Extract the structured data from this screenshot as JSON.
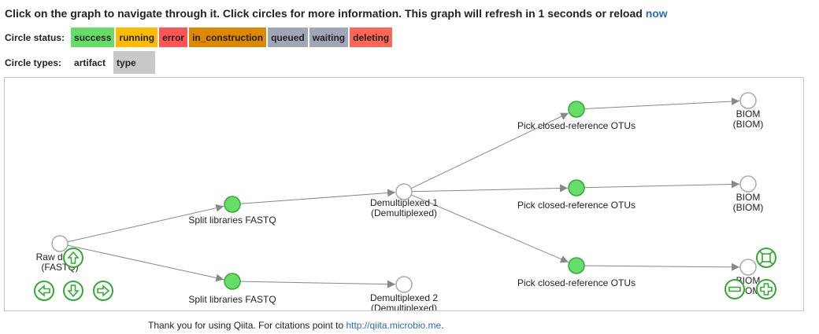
{
  "header": {
    "message": "Click on the graph to navigate through it. Click circles for more information. This graph will refresh in 1 seconds or reload",
    "reload_link": "now"
  },
  "status_legend": {
    "label": "Circle status:",
    "items": [
      {
        "label": "success",
        "color": "#66dd66"
      },
      {
        "label": "running",
        "color": "#ffbb00"
      },
      {
        "label": "error",
        "color": "#ff5555"
      },
      {
        "label": "in_construction",
        "color": "#dd8800"
      },
      {
        "label": "queued",
        "color": "#a0a6b4"
      },
      {
        "label": "waiting",
        "color": "#a0a6b4"
      },
      {
        "label": "deleting",
        "color": "#ff6655"
      }
    ]
  },
  "type_legend": {
    "label": "Circle types:",
    "items": [
      {
        "label": "artifact",
        "color": "#ffffff"
      },
      {
        "label": "type",
        "color": "#c8c8c8"
      }
    ]
  },
  "graph": {
    "nodes": [
      {
        "label1": "Raw data 1",
        "label2": "(FASTQ)",
        "status": "artifact"
      },
      {
        "label1": "Split libraries FASTQ",
        "label2": "",
        "status": "success"
      },
      {
        "label1": "Split libraries FASTQ",
        "label2": "",
        "status": "success"
      },
      {
        "label1": "Demultiplexed 1",
        "label2": "(Demultiplexed)",
        "status": "artifact"
      },
      {
        "label1": "Demultiplexed 2",
        "label2": "(Demultiplexed)",
        "status": "artifact"
      },
      {
        "label1": "Pick closed-reference OTUs",
        "label2": "",
        "status": "success"
      },
      {
        "label1": "Pick closed-reference OTUs",
        "label2": "",
        "status": "success"
      },
      {
        "label1": "Pick closed-reference OTUs",
        "label2": "",
        "status": "success"
      },
      {
        "label1": "BIOM",
        "label2": "(BIOM)",
        "status": "artifact"
      },
      {
        "label1": "BIOM",
        "label2": "(BIOM)",
        "status": "artifact"
      },
      {
        "label1": "BIOM",
        "label2": "(BIOM)",
        "status": "artifact"
      }
    ],
    "colors": {
      "success": "#66dd66",
      "success_stroke": "#33aa33",
      "artifact_stroke": "#aaaaaa",
      "edge": "#888888",
      "control": "#33aa33"
    }
  },
  "footer": {
    "text": "Thank you for using Qiita. For citations point to",
    "link": "http://qiita.microbio.me",
    "suffix": "."
  }
}
